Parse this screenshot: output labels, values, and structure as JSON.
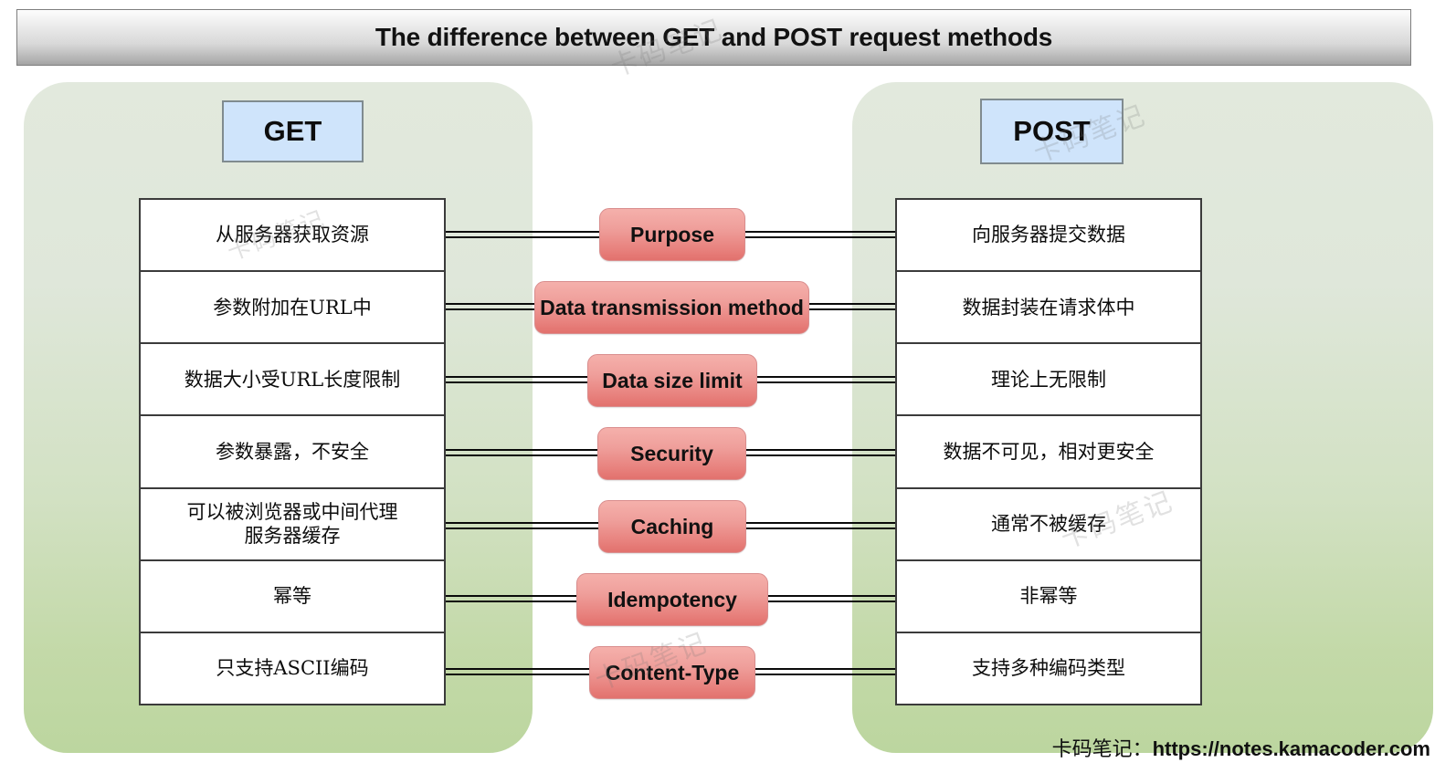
{
  "header": {
    "title": "The difference between GET and POST request methods"
  },
  "methods": {
    "left": {
      "name": "GET",
      "box_color": "#cfe4fb"
    },
    "right": {
      "name": "POST",
      "box_color": "#cfe4fb"
    }
  },
  "criteria": [
    {
      "label": "Purpose",
      "get": "从服务器获取资源",
      "post": "向服务器提交数据"
    },
    {
      "label": "Data transmission method",
      "get": "参数附加在URL中",
      "post": "数据封装在请求体中"
    },
    {
      "label": "Data size limit",
      "get": "数据大小受URL长度限制",
      "post": "理论上无限制"
    },
    {
      "label": "Security",
      "get": "参数暴露，不安全",
      "post": "数据不可见，相对更安全"
    },
    {
      "label": "Caching",
      "get": "可以被浏览器或中间代理\n服务器缓存",
      "post": "通常不被缓存"
    },
    {
      "label": "Idempotency",
      "get": "幂等",
      "post": "非幂等"
    },
    {
      "label": "Content-Type",
      "get": "只支持ASCII编码",
      "post": "支持多种编码类型"
    }
  ],
  "footer": {
    "brand": "卡码笔记：",
    "url": "https://notes.kamacoder.com"
  },
  "watermark": {
    "text": "卡码笔记"
  },
  "colors": {
    "panel_top": "#dfe7da",
    "panel_bottom": "#bcd69f",
    "pill_top": "#f5b0ab",
    "pill_bottom": "#e2716d",
    "method_box": "#cfe4fb",
    "table_border": "#3b3b3b",
    "title_bar_top": "#fdfdfd",
    "title_bar_bottom": "#a2a2a2"
  }
}
